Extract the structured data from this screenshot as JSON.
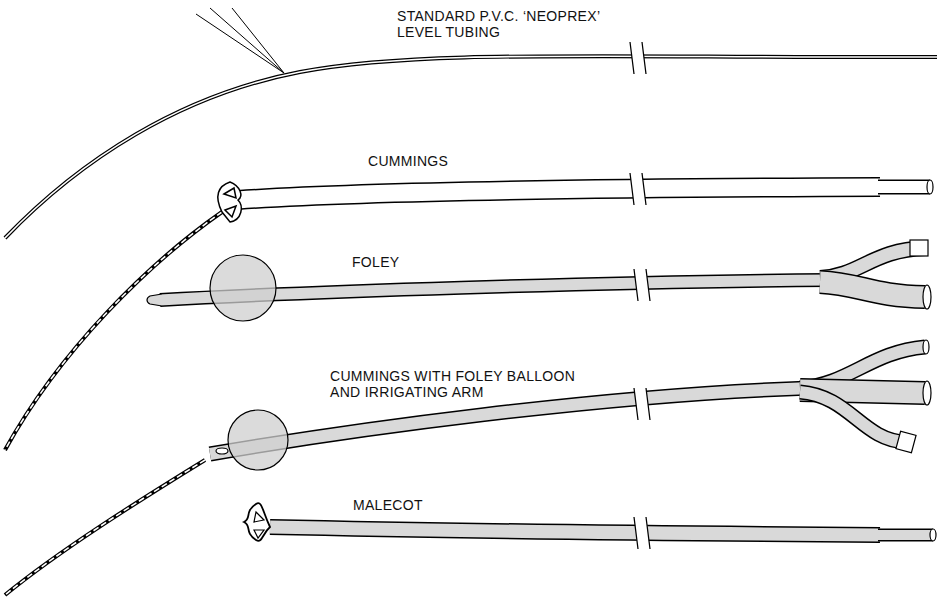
{
  "diagram": {
    "labels": [
      "STANDARD P.V.C. ‘NEOPREX’ LEVEL TUBING",
      "CUMMINGS",
      "FOLEY",
      "CUMMINGS WITH FOLEY BALLOON AND IRRIGATING ARM",
      "MALECOT"
    ]
  }
}
